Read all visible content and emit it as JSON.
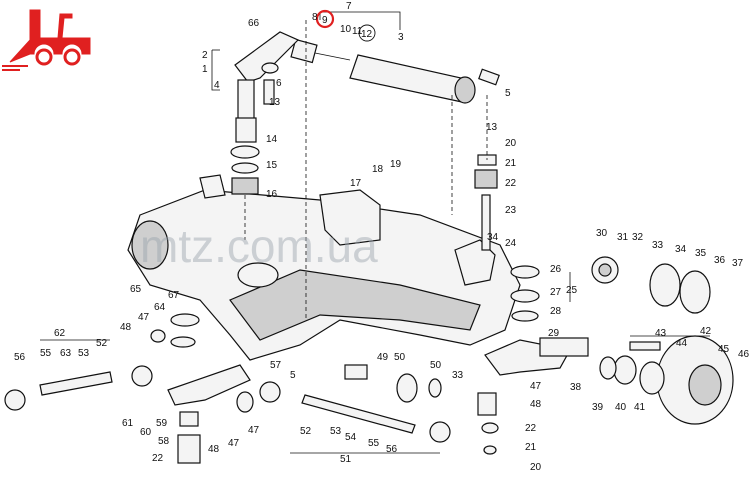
{
  "brand": {
    "logo_label": "logo",
    "accent": "#e02020"
  },
  "watermark": "mtz.com.ua",
  "highlight_color": "#e02020",
  "highlighted_callout": "9",
  "callouts": [
    {
      "id": "c1",
      "text": "1"
    },
    {
      "id": "c2",
      "text": "2"
    },
    {
      "id": "c3",
      "text": "3"
    },
    {
      "id": "c4",
      "text": "4"
    },
    {
      "id": "c5",
      "text": "5"
    },
    {
      "id": "c6",
      "text": "6"
    },
    {
      "id": "c7",
      "text": "7"
    },
    {
      "id": "c8",
      "text": "8"
    },
    {
      "id": "c9",
      "text": "9"
    },
    {
      "id": "c10",
      "text": "10"
    },
    {
      "id": "c11",
      "text": "11"
    },
    {
      "id": "c12",
      "text": "12"
    },
    {
      "id": "c13",
      "text": "13"
    },
    {
      "id": "c13b",
      "text": "13"
    },
    {
      "id": "c14",
      "text": "14"
    },
    {
      "id": "c15",
      "text": "15"
    },
    {
      "id": "c16",
      "text": "16"
    },
    {
      "id": "c17",
      "text": "17"
    },
    {
      "id": "c18",
      "text": "18"
    },
    {
      "id": "c19",
      "text": "19"
    },
    {
      "id": "c20",
      "text": "20"
    },
    {
      "id": "c20b",
      "text": "20"
    },
    {
      "id": "c21",
      "text": "21"
    },
    {
      "id": "c21b",
      "text": "21"
    },
    {
      "id": "c22",
      "text": "22"
    },
    {
      "id": "c22b",
      "text": "22"
    },
    {
      "id": "c22c",
      "text": "22"
    },
    {
      "id": "c23",
      "text": "23"
    },
    {
      "id": "c24",
      "text": "24"
    },
    {
      "id": "c25",
      "text": "25"
    },
    {
      "id": "c26",
      "text": "26"
    },
    {
      "id": "c27",
      "text": "27"
    },
    {
      "id": "c28",
      "text": "28"
    },
    {
      "id": "c29",
      "text": "29"
    },
    {
      "id": "c30",
      "text": "30"
    },
    {
      "id": "c31",
      "text": "31"
    },
    {
      "id": "c32",
      "text": "32"
    },
    {
      "id": "c33",
      "text": "33"
    },
    {
      "id": "c33b",
      "text": "33"
    },
    {
      "id": "c34",
      "text": "34"
    },
    {
      "id": "c34b",
      "text": "34"
    },
    {
      "id": "c35",
      "text": "35"
    },
    {
      "id": "c36",
      "text": "36"
    },
    {
      "id": "c37",
      "text": "37"
    },
    {
      "id": "c38",
      "text": "38"
    },
    {
      "id": "c39",
      "text": "39"
    },
    {
      "id": "c40",
      "text": "40"
    },
    {
      "id": "c41",
      "text": "41"
    },
    {
      "id": "c42",
      "text": "42"
    },
    {
      "id": "c43",
      "text": "43"
    },
    {
      "id": "c44",
      "text": "44"
    },
    {
      "id": "c45",
      "text": "45"
    },
    {
      "id": "c46",
      "text": "46"
    },
    {
      "id": "c47",
      "text": "47"
    },
    {
      "id": "c47b",
      "text": "47"
    },
    {
      "id": "c47c",
      "text": "47"
    },
    {
      "id": "c47d",
      "text": "47"
    },
    {
      "id": "c48",
      "text": "48"
    },
    {
      "id": "c48b",
      "text": "48"
    },
    {
      "id": "c48c",
      "text": "48"
    },
    {
      "id": "c49",
      "text": "49"
    },
    {
      "id": "c50",
      "text": "50"
    },
    {
      "id": "c50b",
      "text": "50"
    },
    {
      "id": "c51",
      "text": "51"
    },
    {
      "id": "c52",
      "text": "52"
    },
    {
      "id": "c52b",
      "text": "52"
    },
    {
      "id": "c53",
      "text": "53"
    },
    {
      "id": "c53b",
      "text": "53"
    },
    {
      "id": "c54",
      "text": "54"
    },
    {
      "id": "c55",
      "text": "55"
    },
    {
      "id": "c55b",
      "text": "55"
    },
    {
      "id": "c56",
      "text": "56"
    },
    {
      "id": "c56b",
      "text": "56"
    },
    {
      "id": "c57",
      "text": "57"
    },
    {
      "id": "c58",
      "text": "58"
    },
    {
      "id": "c59",
      "text": "59"
    },
    {
      "id": "c60",
      "text": "60"
    },
    {
      "id": "c61",
      "text": "61"
    },
    {
      "id": "c62",
      "text": "62"
    },
    {
      "id": "c63",
      "text": "63"
    },
    {
      "id": "c64",
      "text": "64"
    },
    {
      "id": "c65",
      "text": "65"
    },
    {
      "id": "c66",
      "text": "66"
    },
    {
      "id": "c67",
      "text": "67"
    },
    {
      "id": "c5b",
      "text": "5"
    }
  ]
}
